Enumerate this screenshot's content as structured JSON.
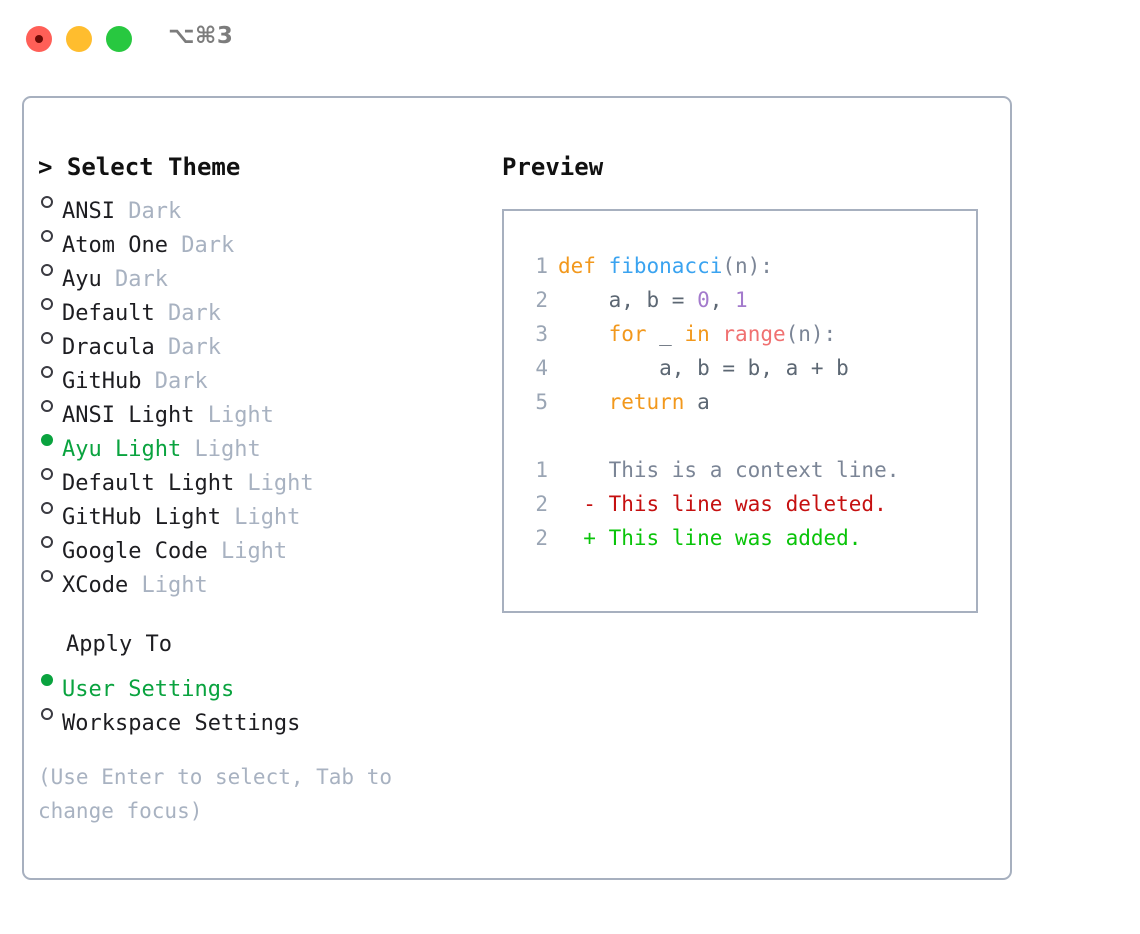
{
  "window": {
    "shortcut_label": "⌥⌘3",
    "traffic_lights": [
      {
        "name": "close",
        "color": "#ff5f57"
      },
      {
        "name": "minimize",
        "color": "#ffbd2e"
      },
      {
        "name": "maximize",
        "color": "#28c840"
      }
    ]
  },
  "left": {
    "heading": "> Select Theme",
    "themes": [
      {
        "name": "ANSI",
        "variant": "Dark",
        "selected": false
      },
      {
        "name": "Atom One",
        "variant": "Dark",
        "selected": false
      },
      {
        "name": "Ayu",
        "variant": "Dark",
        "selected": false
      },
      {
        "name": "Default",
        "variant": "Dark",
        "selected": false
      },
      {
        "name": "Dracula",
        "variant": "Dark",
        "selected": false
      },
      {
        "name": "GitHub",
        "variant": "Dark",
        "selected": false
      },
      {
        "name": "ANSI Light",
        "variant": "Light",
        "selected": false
      },
      {
        "name": "Ayu Light",
        "variant": "Light",
        "selected": true
      },
      {
        "name": "Default Light",
        "variant": "Light",
        "selected": false
      },
      {
        "name": "GitHub Light",
        "variant": "Light",
        "selected": false
      },
      {
        "name": "Google Code",
        "variant": "Light",
        "selected": false
      },
      {
        "name": "XCode",
        "variant": "Light",
        "selected": false
      }
    ],
    "apply_to_label": "Apply To",
    "apply_to": [
      {
        "name": "User Settings",
        "selected": true
      },
      {
        "name": "Workspace Settings",
        "selected": false
      }
    ],
    "hint": "(Use Enter to select, Tab to change focus)"
  },
  "right": {
    "title": "Preview",
    "code": [
      {
        "ln": "1",
        "tokens": [
          {
            "t": "def ",
            "c": "kw"
          },
          {
            "t": "fibonacci",
            "c": "fn"
          },
          {
            "t": "(n):",
            "c": "punc"
          }
        ]
      },
      {
        "ln": "2",
        "tokens": [
          {
            "t": "    a, b = ",
            "c": "txt"
          },
          {
            "t": "0",
            "c": "num"
          },
          {
            "t": ", ",
            "c": "txt"
          },
          {
            "t": "1",
            "c": "num"
          }
        ]
      },
      {
        "ln": "3",
        "tokens": [
          {
            "t": "    ",
            "c": "txt"
          },
          {
            "t": "for",
            "c": "kw"
          },
          {
            "t": " _ ",
            "c": "txt"
          },
          {
            "t": "in",
            "c": "kw"
          },
          {
            "t": " ",
            "c": "txt"
          },
          {
            "t": "range",
            "c": "call"
          },
          {
            "t": "(n):",
            "c": "punc"
          }
        ]
      },
      {
        "ln": "4",
        "tokens": [
          {
            "t": "        a, b = b, a + b",
            "c": "txt"
          }
        ]
      },
      {
        "ln": "5",
        "tokens": [
          {
            "t": "    ",
            "c": "txt"
          },
          {
            "t": "return",
            "c": "kw"
          },
          {
            "t": " a",
            "c": "txt"
          }
        ]
      }
    ],
    "diff": [
      {
        "ln": "1",
        "sign": " ",
        "text": "This is a context line.",
        "kind": "ctx"
      },
      {
        "ln": "2",
        "sign": "-",
        "text": "This line was deleted.",
        "kind": "del"
      },
      {
        "ln": "2",
        "sign": "+",
        "text": "This line was added.",
        "kind": "add"
      }
    ]
  },
  "colors": {
    "accent_green": "#0aa33f",
    "muted": "#a8b2c1",
    "border": "#a7b0bf",
    "keyword": "#f2981c",
    "function": "#3aa3f0",
    "call": "#f07171",
    "number": "#a37acc",
    "diff_deleted": "#c51010",
    "diff_added": "#0ac40a"
  }
}
